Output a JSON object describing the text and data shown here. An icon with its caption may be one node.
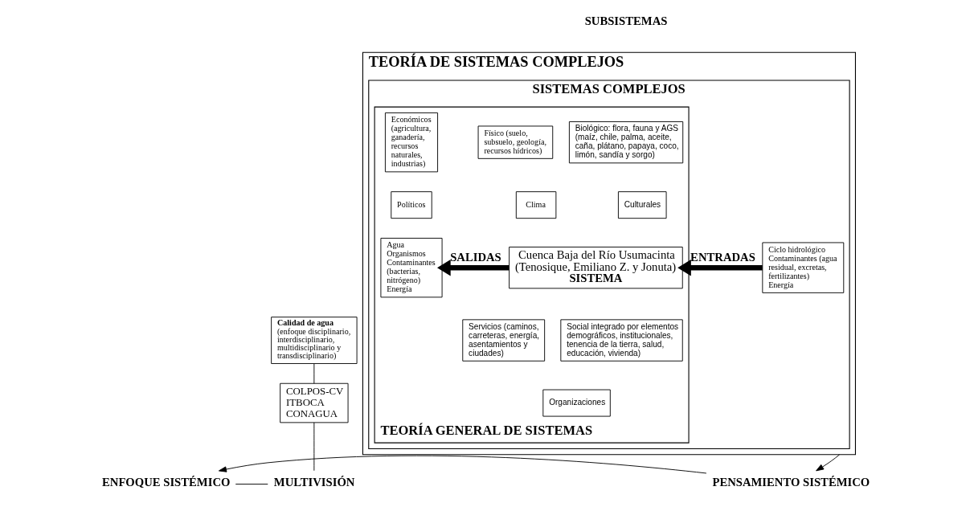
{
  "diagram": {
    "nodes": [
      {
        "text": [
          "TEORÍA DE SISTEMAS COMPLEJOS"
        ]
      },
      {
        "text": [
          "SISTEMAS COMPLEJOS"
        ],
        "in": 0
      },
      {
        "text": [
          "TEORÍA GENERAL DE SISTEMAS"
        ],
        "in": 1
      },
      {
        "text": [
          "Biológico: flora, fauna y AGS (maíz, chile, palma, aceite, caña, plátano, papaya, coco, limón, sandía y sorgo)"
        ],
        "in": 2
      },
      {
        "text": [
          "Físico (suelo, subsuelo, geología, recursos hídricos)"
        ],
        "in": 2
      },
      {
        "text": [
          "Económicos (agricultura, ganadería, recursos naturales, industrias)"
        ],
        "in": 2
      },
      {
        "text": [
          "Clima"
        ],
        "in": 2
      },
      {
        "text": [
          "Culturales"
        ],
        "in": 2
      },
      {
        "text": [
          "Políticos"
        ],
        "in": 2
      },
      {
        "text": [
          "Ciclo hidrológico",
          "Contaminantes (agua residual, excretas, fertilizantes)",
          "Energía"
        ],
        "in": 1
      },
      {
        "text": [
          "Cuenca Baja del Río Usumacinta (Tenosique, Emiliano Z. y Jonuta)",
          "SISTEMA"
        ],
        "in": 2
      },
      {
        "text": [
          "Agua",
          "Organismos",
          "Contaminantes (bacterias, nitrógeno)",
          "Energía"
        ],
        "in": 2
      },
      {
        "text": [
          "Servicios (caminos, carreteras, energía, asentamientos y ciudades)"
        ],
        "in": 2
      },
      {
        "text": [
          "Social integrado por elementos demográficos, institucionales, tenencia de la tierra, salud, educación, vivienda)"
        ],
        "in": 2
      },
      {
        "text": [
          "Organizaciones"
        ],
        "in": 2
      },
      {
        "text": [
          "Calidad de agua",
          "(enfoque disciplinario, interdisciplinario, multidisciplinario y transdisciplinario)"
        ]
      },
      {
        "text": [
          "COLPOS-CV",
          "ITBOCA",
          "CONAGUA"
        ]
      },
      {
        "text": [
          "PENSAMIENTO SISTÉMICO"
        ]
      },
      {
        "text": [
          "ENFOQUE SISTÉMICO"
        ]
      },
      {
        "text": [
          "MULTIVISIÓN"
        ]
      }
    ],
    "edges": [
      {
        "from": 9,
        "to": 10,
        "arrow": "to",
        "label": "ENTRADAS",
        "style": "thick"
      },
      {
        "from": 10,
        "to": 11,
        "arrow": "to",
        "label": "SALIDAS",
        "style": "thick"
      },
      {
        "from": 0,
        "to": 17,
        "arrow": "to"
      },
      {
        "from": 17,
        "to": 18,
        "arrow": "to"
      },
      {
        "from": 18,
        "to": 19,
        "arrow": "none"
      },
      {
        "from": 15,
        "to": 16,
        "arrow": "none"
      },
      {
        "from": 16,
        "to": 19,
        "arrow": "none"
      }
    ],
    "labels": [
      "SUBSISTEMAS"
    ]
  }
}
